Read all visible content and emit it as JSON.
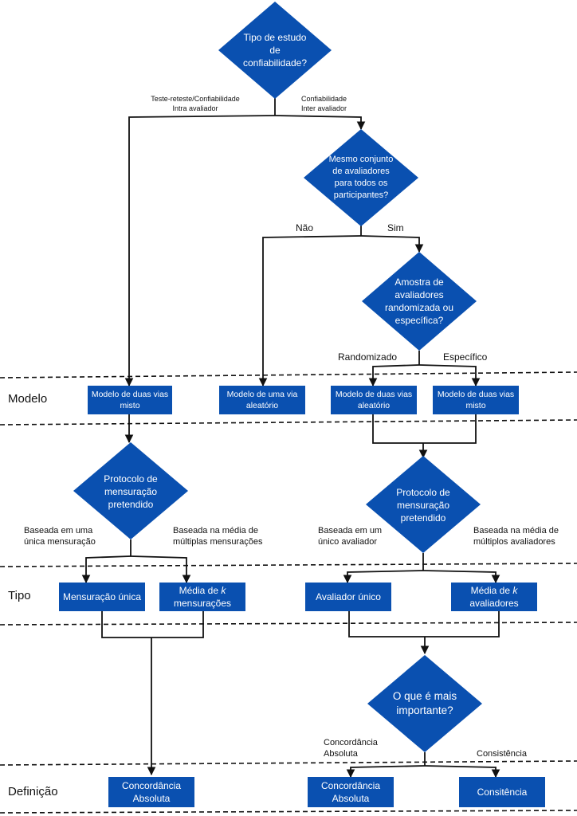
{
  "rows": {
    "modelo": "Modelo",
    "tipo": "Tipo",
    "definicao": "Definição"
  },
  "decisions": {
    "d1": "Tipo de estudo de confiabilidade?",
    "d2": "Mesmo conjunto de avaliadores para todos os participantes?",
    "d3": "Amostra de avaliadores randomizada ou específica?",
    "d4": "Protocolo de mensuração pretendido",
    "d5": "Protocolo de mensuração pretendido",
    "d6": "O que é mais importante?"
  },
  "edges": {
    "d1_left_l1": "Teste-reteste/Confiabilidade",
    "d1_left_l2": "Intra avaliador",
    "d1_right_l1": "Confiabilidade",
    "d1_right_l2": "Inter avaliador",
    "d2_left": "Não",
    "d2_right": "Sim",
    "d3_left": "Randomizado",
    "d3_right": "Específico",
    "d4_left_l1": "Baseada em uma",
    "d4_left_l2": "única mensuração",
    "d4_right_l1": "Baseada na média de",
    "d4_right_l2": "múltiplas mensurações",
    "d5_left_l1": "Baseada em um",
    "d5_left_l2": "único avaliador",
    "d5_right_l1": "Baseada na média de",
    "d5_right_l2": "múltiplos avaliadores",
    "d6_left_l1": "Concordância",
    "d6_left_l2": "Absoluta",
    "d6_right": "Consistência"
  },
  "boxes": {
    "modelo1_l1": "Modelo de duas vias",
    "modelo1_l2": "misto",
    "modelo2_l1": "Modelo de uma via",
    "modelo2_l2": "aleatório",
    "modelo3_l1": "Modelo de duas vias",
    "modelo3_l2": "aleatório",
    "modelo4_l1": "Modelo de duas vias",
    "modelo4_l2": "misto",
    "tipo1": "Mensuração única",
    "tipo2_l1_a": "Média de",
    "tipo2_l1_k": "k",
    "tipo2_l2": "mensurações",
    "tipo3": "Avaliador único",
    "tipo4_l1_a": "Média de",
    "tipo4_l1_k": "k",
    "tipo4_l2": "avaliadores",
    "def1_l1": "Concordância",
    "def1_l2": "Absoluta",
    "def2_l1": "Concordância",
    "def2_l2": "Absoluta",
    "def3": "Consitência"
  },
  "colors": {
    "shape_fill": "#0a50b0",
    "line": "#111111"
  }
}
